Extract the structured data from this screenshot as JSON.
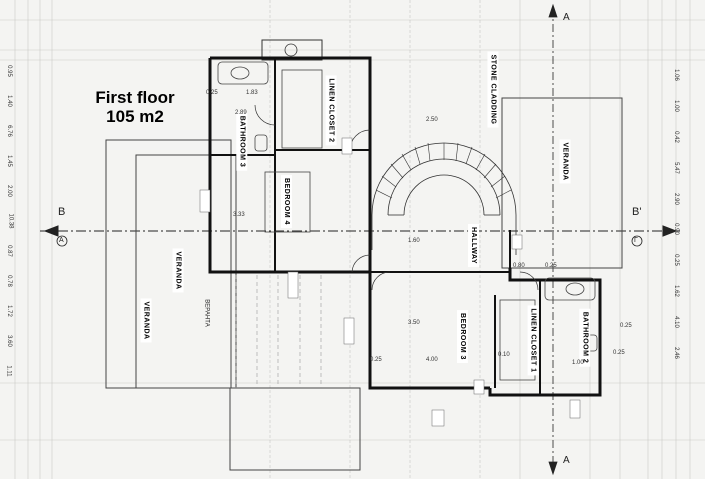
{
  "title": {
    "line1": "First floor",
    "line2": "105 m2"
  },
  "rooms": {
    "bathroom3": "BATHROOM 3",
    "linen_closet2": "LINEN CLOSET 2",
    "bedroom4": "BEDROOM 4",
    "stone_cladding": "STONE CLADDING",
    "veranda_right": "VERANDA",
    "hallway": "HALLWAY",
    "bedroom3": "BEDROOM 3",
    "linen_closet1": "LINEN CLOSET 1",
    "bathroom2": "BATHROOM 2",
    "veranda_left1": "VERANDA",
    "veranda_left2": "VERANDA",
    "veranda_cyr": "ВЕРАНТА"
  },
  "sections": {
    "a_top": "A",
    "a_bottom": "A",
    "b_left": "B",
    "b_right": "B'"
  },
  "axis_markers": {
    "left": "A",
    "right": "Γ"
  },
  "dims_left": [
    "0.95",
    "1.40",
    "6.76",
    "1.45",
    "2.00",
    "10.38",
    "0.87",
    "0.78",
    "1.72",
    "3.60",
    "1.11"
  ],
  "dims_right": [
    "1.06",
    "1.00",
    "0.42",
    "5.47",
    "2.90",
    "0.90",
    "0.25",
    "1.62",
    "4.10",
    "2.46"
  ],
  "dims_interior": {
    "d_025a": "0.25",
    "d_183": "1.83",
    "d_289": "2.89",
    "d_250": "2.50",
    "d_333": "3.33",
    "d_350": "3.50",
    "d_400": "4.00",
    "d_025b": "0.25",
    "d_010": "0.10",
    "d_080": "0.80",
    "d_025c": "0.25",
    "d_025d": "0.25",
    "d_025e": "0.25",
    "d_100": "1.00",
    "d_160": "1.60"
  }
}
